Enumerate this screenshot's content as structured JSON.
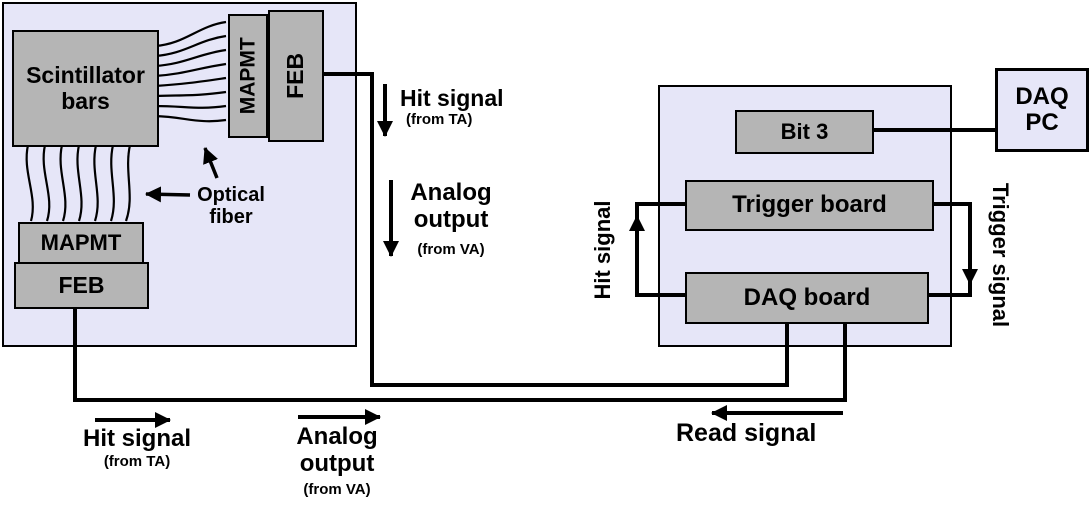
{
  "colors": {
    "panel_bg": "#e6e6f8",
    "box_bg": "#b5b5b5",
    "line": "#000000"
  },
  "left_module": {
    "scintillator_label": "Scintillator bars",
    "mapmt_top_label": "MAPMT",
    "feb_top_label": "FEB",
    "mapmt_bottom_label": "MAPMT",
    "feb_bottom_label": "FEB",
    "optical_fiber_label": "Optical fiber"
  },
  "signals": {
    "hit_top": {
      "title": "Hit signal",
      "subtitle": "(from TA)"
    },
    "analog_top": {
      "title": "Analog output",
      "subtitle": "(from VA)"
    },
    "hit_bottom": {
      "title": "Hit signal",
      "subtitle": "(from TA)"
    },
    "analog_bottom": {
      "title": "Analog output",
      "subtitle": "(from VA)"
    },
    "read": {
      "title": "Read signal"
    },
    "hit_loop": {
      "title": "Hit signal"
    },
    "trigger_loop": {
      "title": "Trigger signal"
    }
  },
  "daq_module": {
    "bit3_label": "Bit 3",
    "trigger_board_label": "Trigger board",
    "daq_board_label": "DAQ board"
  },
  "daq_pc_label": "DAQ PC"
}
